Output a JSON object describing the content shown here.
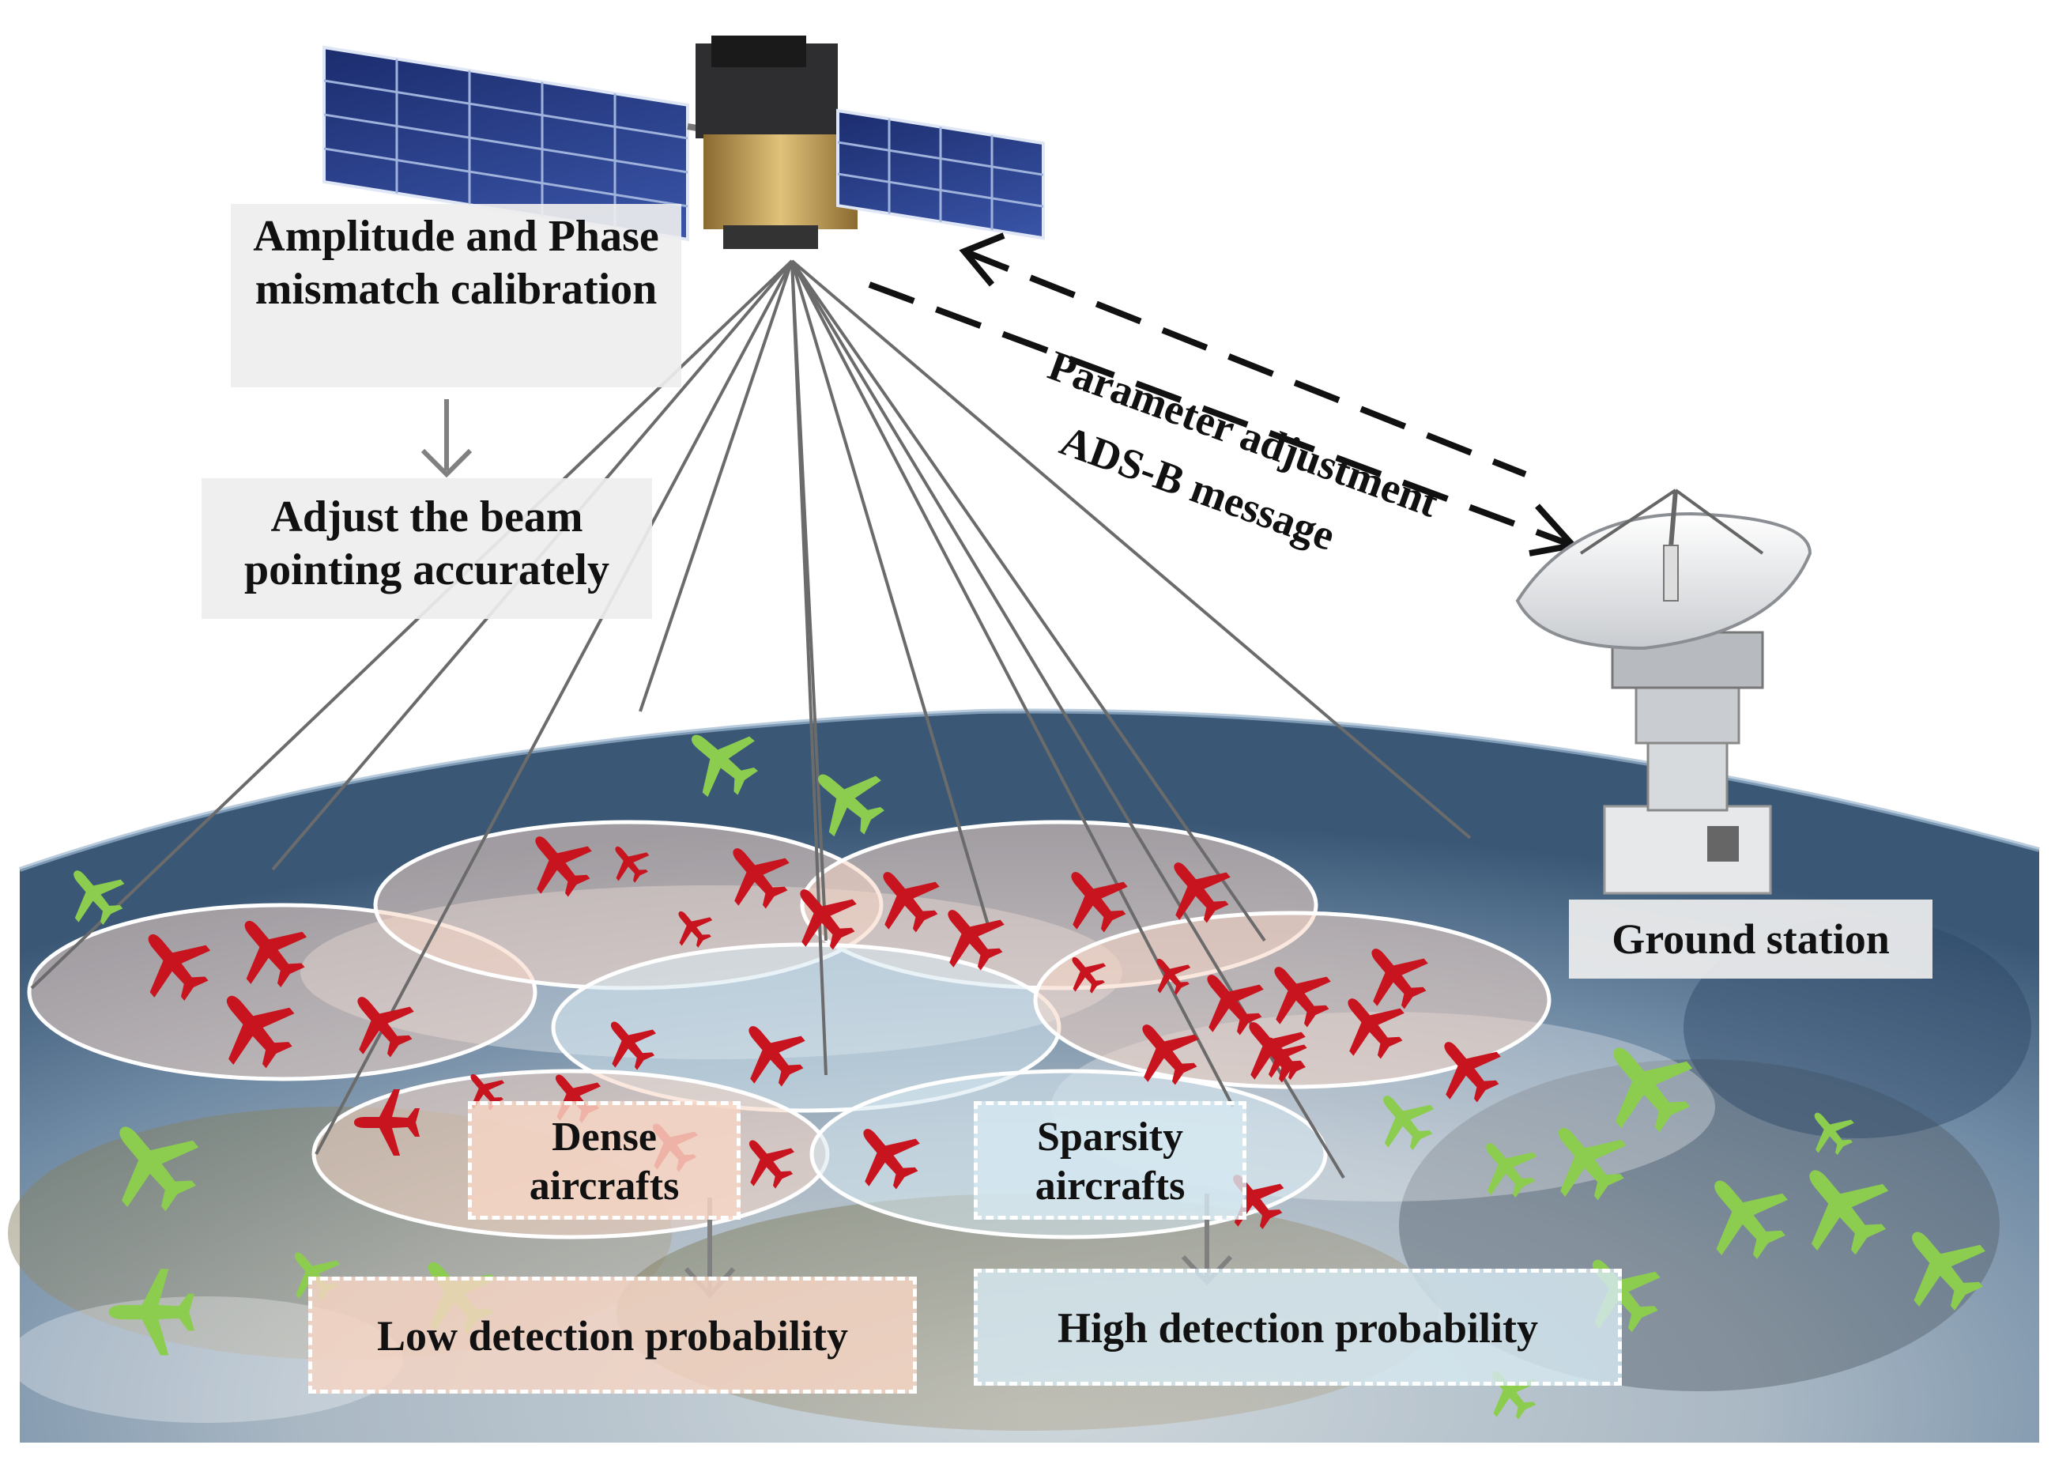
{
  "labels": {
    "calibration": "Amplitude and Phase mismatch calibration",
    "beam_adjust": "Adjust the beam pointing accurately",
    "parameter": "Parameter adjustment",
    "adsb": "ADS-B message",
    "ground_station": "Ground station",
    "dense": "Dense aircrafts",
    "sparsity": "Sparsity aircrafts",
    "low_prob": "Low detection probability",
    "high_prob": "High detection probability"
  },
  "colors": {
    "detected_aircraft": "#c8141e",
    "undetected_aircraft": "#8ccd50",
    "beam_line": "#6b6b6b",
    "dense_region": "#f6d6c4",
    "sparse_region": "#d6e8f0"
  },
  "icons": [
    "satellite-icon",
    "ground-station-dish-icon",
    "aircraft-icon",
    "earth-image"
  ]
}
